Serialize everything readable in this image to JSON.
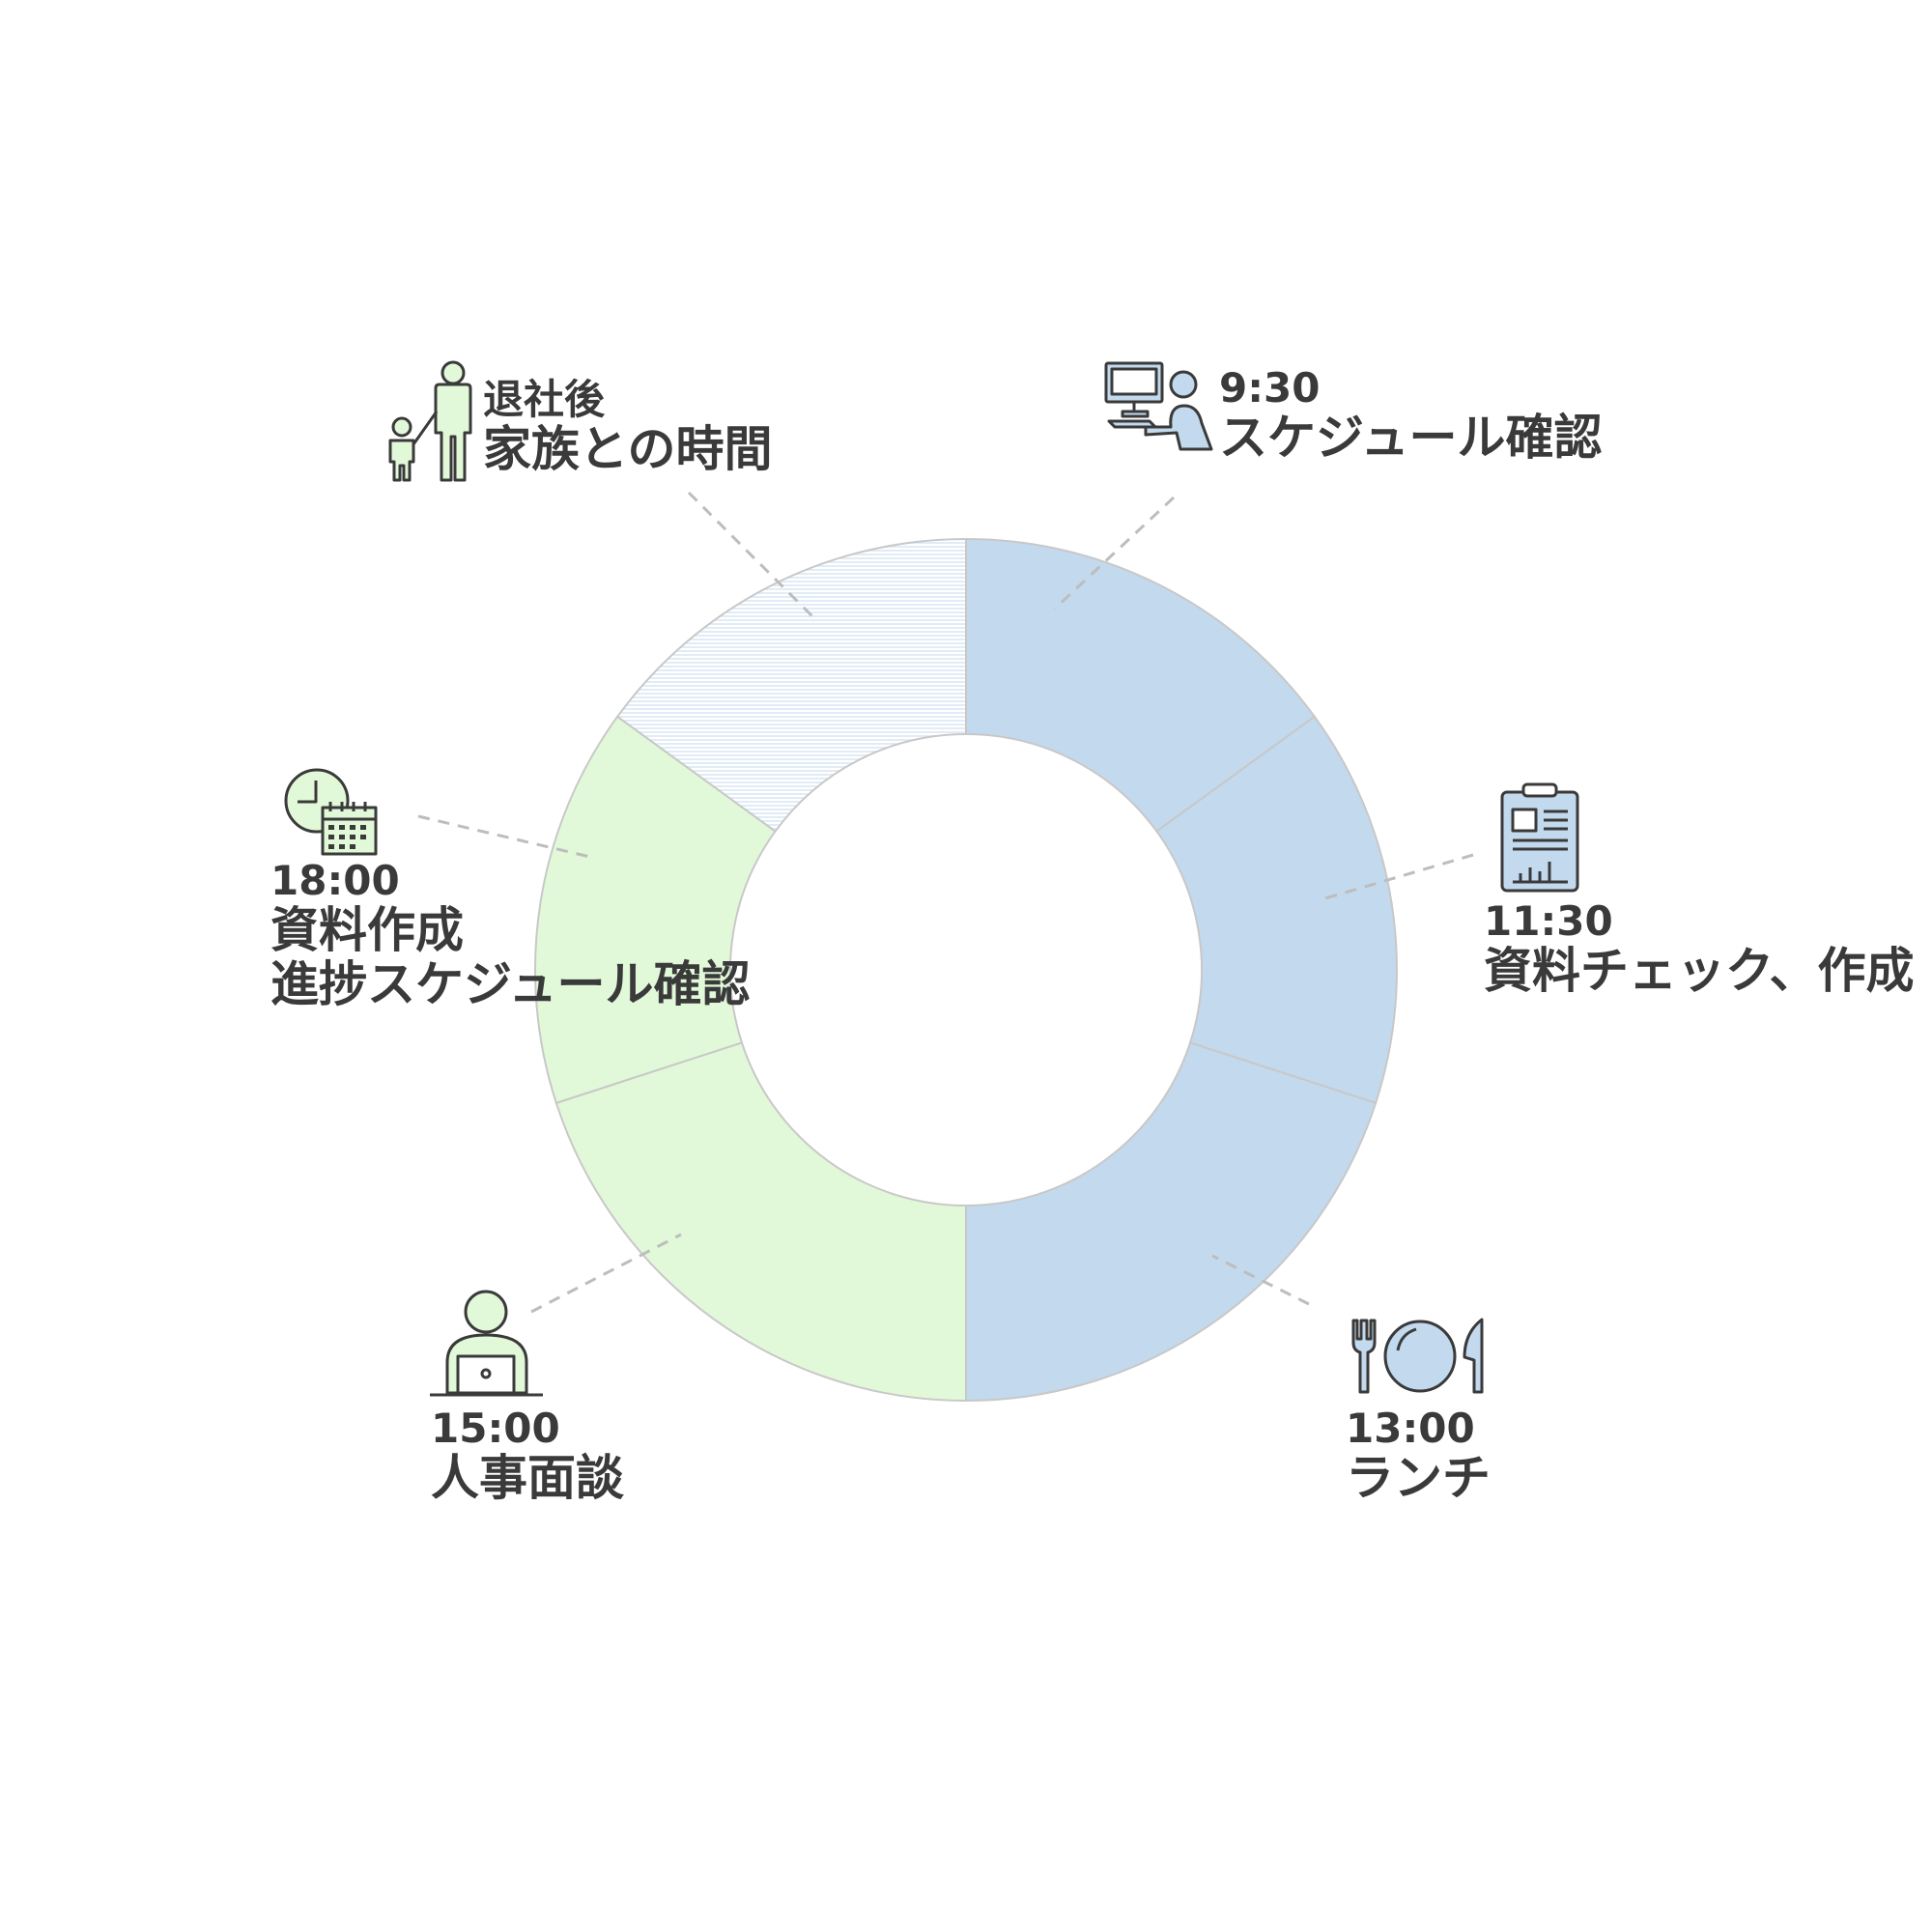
{
  "chart_data": {
    "type": "pie",
    "donut": true,
    "segments": [
      {
        "time": "9:30",
        "label": "スケジュール確認",
        "value": 1.5,
        "color": "#c3d9ed",
        "pattern": "solid"
      },
      {
        "time": "11:30",
        "label": "資料チェック、作成",
        "value": 1.5,
        "color": "#c3d9ed",
        "pattern": "solid"
      },
      {
        "time": "13:00",
        "label": "ランチ",
        "value": 2,
        "color": "#c3d9ed",
        "pattern": "solid"
      },
      {
        "time": "15:00",
        "label": "人事面談",
        "value": 2,
        "color": "#e1f9d8",
        "pattern": "solid"
      },
      {
        "time": "18:00",
        "label": "資料作成\n進捗スケジュール確認",
        "value": 1.5,
        "color": "#e1f9d8",
        "pattern": "solid"
      },
      {
        "time": "退社後",
        "label": "家族との時間",
        "value": 1.5,
        "color": "#eef4fa",
        "pattern": "stripes"
      }
    ]
  },
  "labels": {
    "seg0": {
      "time": "9:30",
      "line1": "スケジュール確認"
    },
    "seg1": {
      "time": "11:30",
      "line1": "資料チェック、作成"
    },
    "seg2": {
      "time": "13:00",
      "line1": "ランチ"
    },
    "seg3": {
      "time": "15:00",
      "line1": "人事面談"
    },
    "seg4": {
      "time": "18:00",
      "line1": "資料作成",
      "line2": "進捗スケジュール確認"
    },
    "seg5": {
      "time": "退社後",
      "line1": "家族との時間"
    }
  },
  "icons": {
    "seg0": "computer-worker-icon",
    "seg1": "clipboard-report-icon",
    "seg2": "plate-cutlery-icon",
    "seg3": "person-laptop-icon",
    "seg4": "clock-calendar-icon",
    "seg5": "parent-child-icon"
  },
  "colors": {
    "blue": "#c3d9ed",
    "green": "#e1f9d8",
    "stripe": "#eef4fa",
    "stroke": "#c8c8c8",
    "leader": "#bdbdbd",
    "text": "#3a3a3a"
  }
}
